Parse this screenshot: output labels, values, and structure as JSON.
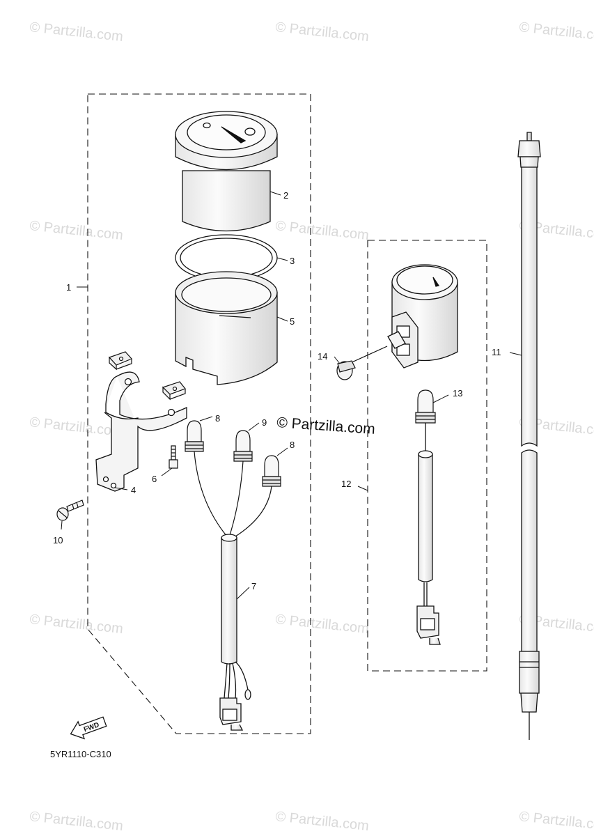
{
  "watermark_text": "© Partzilla.com",
  "center_watermark_text": "© Partzilla.com",
  "diagram_code": "5YR1110-C310",
  "fwd_label": "FWD",
  "callouts": [
    "1",
    "2",
    "3",
    "4",
    "5",
    "6",
    "7",
    "8",
    "9",
    "8",
    "10",
    "11",
    "12",
    "13",
    "14"
  ],
  "colors": {
    "line": "#111111",
    "watermark": "#d9d9d9",
    "fill": "#f4f4f4"
  }
}
